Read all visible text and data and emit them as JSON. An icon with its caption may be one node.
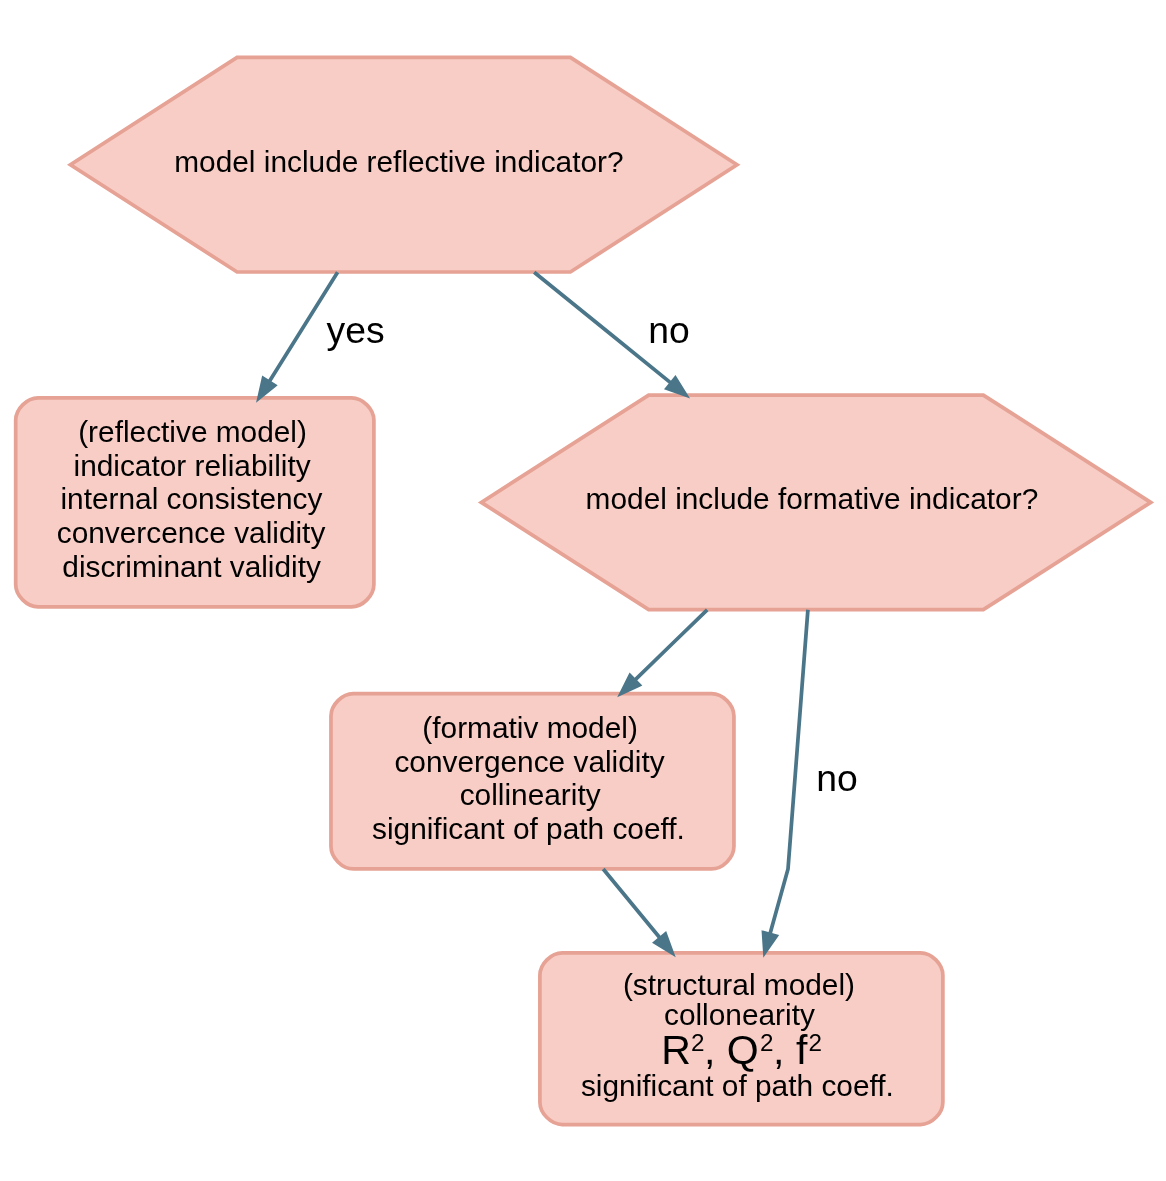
{
  "diagram": {
    "nodes": [
      {
        "text": [
          "model include reflective indicator?"
        ]
      },
      {
        "text": [
          "(reflective model)",
          "indicator reliability",
          "internal consistency",
          "convercence validity",
          "discriminant validity"
        ]
      },
      {
        "text": [
          "model include formative indicator?"
        ]
      },
      {
        "text": [
          "(formativ model)",
          "convergence validity",
          "collinearity",
          "significant of path coeff."
        ]
      },
      {
        "text": [
          "(structural model)",
          "collonearity",
          "R$^{2}$, Q$^{2}$, f$^{2}$",
          "significant of path coeff."
        ]
      }
    ],
    "edges": [
      {
        "from": 0,
        "to": 1,
        "arrow": "to",
        "label": "yes"
      },
      {
        "from": 0,
        "to": 2,
        "arrow": "to",
        "label": "no"
      },
      {
        "from": 2,
        "to": 4,
        "arrow": "to",
        "label": "no"
      },
      {
        "from": 2,
        "to": 3,
        "arrow": "to"
      },
      {
        "from": 3,
        "to": 4,
        "arrow": "to"
      }
    ]
  }
}
